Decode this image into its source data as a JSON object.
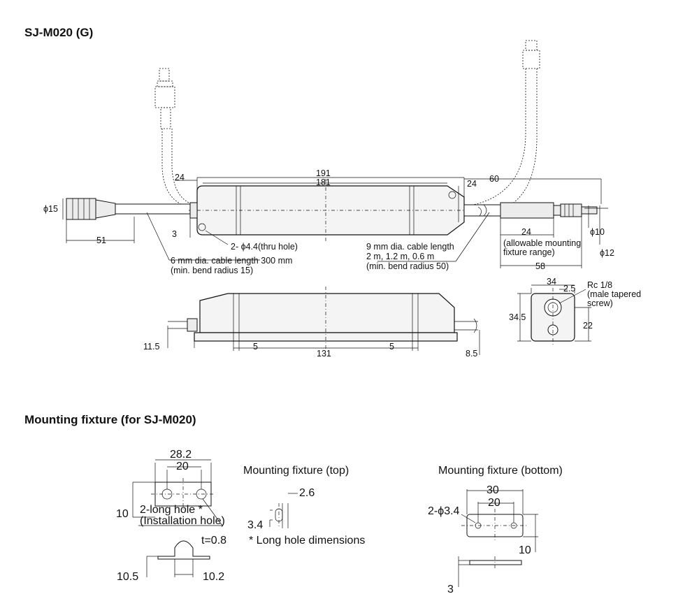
{
  "sections": {
    "main_title": "SJ-M020 (G)",
    "fixture_title": "Mounting fixture (for SJ-M020)",
    "fixture_top_title": "Mounting fixture (top)",
    "fixture_bottom_title": "Mounting fixture (bottom)"
  },
  "dimensions": {
    "d191": "191",
    "d181": "181",
    "d24_left": "24",
    "d24_right": "24",
    "d60": "60",
    "phi15": "ϕ15",
    "d51": "51",
    "d3": "3",
    "phi10": "ϕ10",
    "phi12": "ϕ12",
    "d24_fixture": "24",
    "d58": "58",
    "d34": "34",
    "d2_5": "2.5",
    "d34_5": "34.5",
    "d22": "22",
    "d11_5": "11.5",
    "d5_left": "5",
    "d131": "131",
    "d5_right": "5",
    "d8_5": "8.5",
    "f28_2": "28.2",
    "f20": "20",
    "f10": "10",
    "f2_6": "2.6",
    "f3_4": "3.4",
    "t0_8": "t=0.8",
    "f10_5": "10.5",
    "f10_2": "10.2",
    "b30": "30",
    "b20": "20",
    "b_holes": "2-ϕ3.4",
    "b10": "10",
    "b3": "3"
  },
  "notes": {
    "holes": "2- ϕ4.4(thru hole)",
    "cable6_line1": "6 mm dia. cable length 300 mm",
    "cable6_line2": "(min. bend radius 15)",
    "cable9_line1": "9 mm dia. cable length",
    "cable9_line2": "2 m, 1.2 m, 0.6 m",
    "cable9_line3": "(min. bend radius 50)",
    "fixture_range_line1": "(allowable mounting",
    "fixture_range_line2": "fixture range)",
    "rc_line1": "Rc 1/8",
    "rc_line2": "(male tapered",
    "rc_line3": "screw)",
    "long_hole_line1": "2-long hole *",
    "long_hole_line2": "(Installation hole)",
    "long_hole_dims": "* Long hole dimensions"
  }
}
